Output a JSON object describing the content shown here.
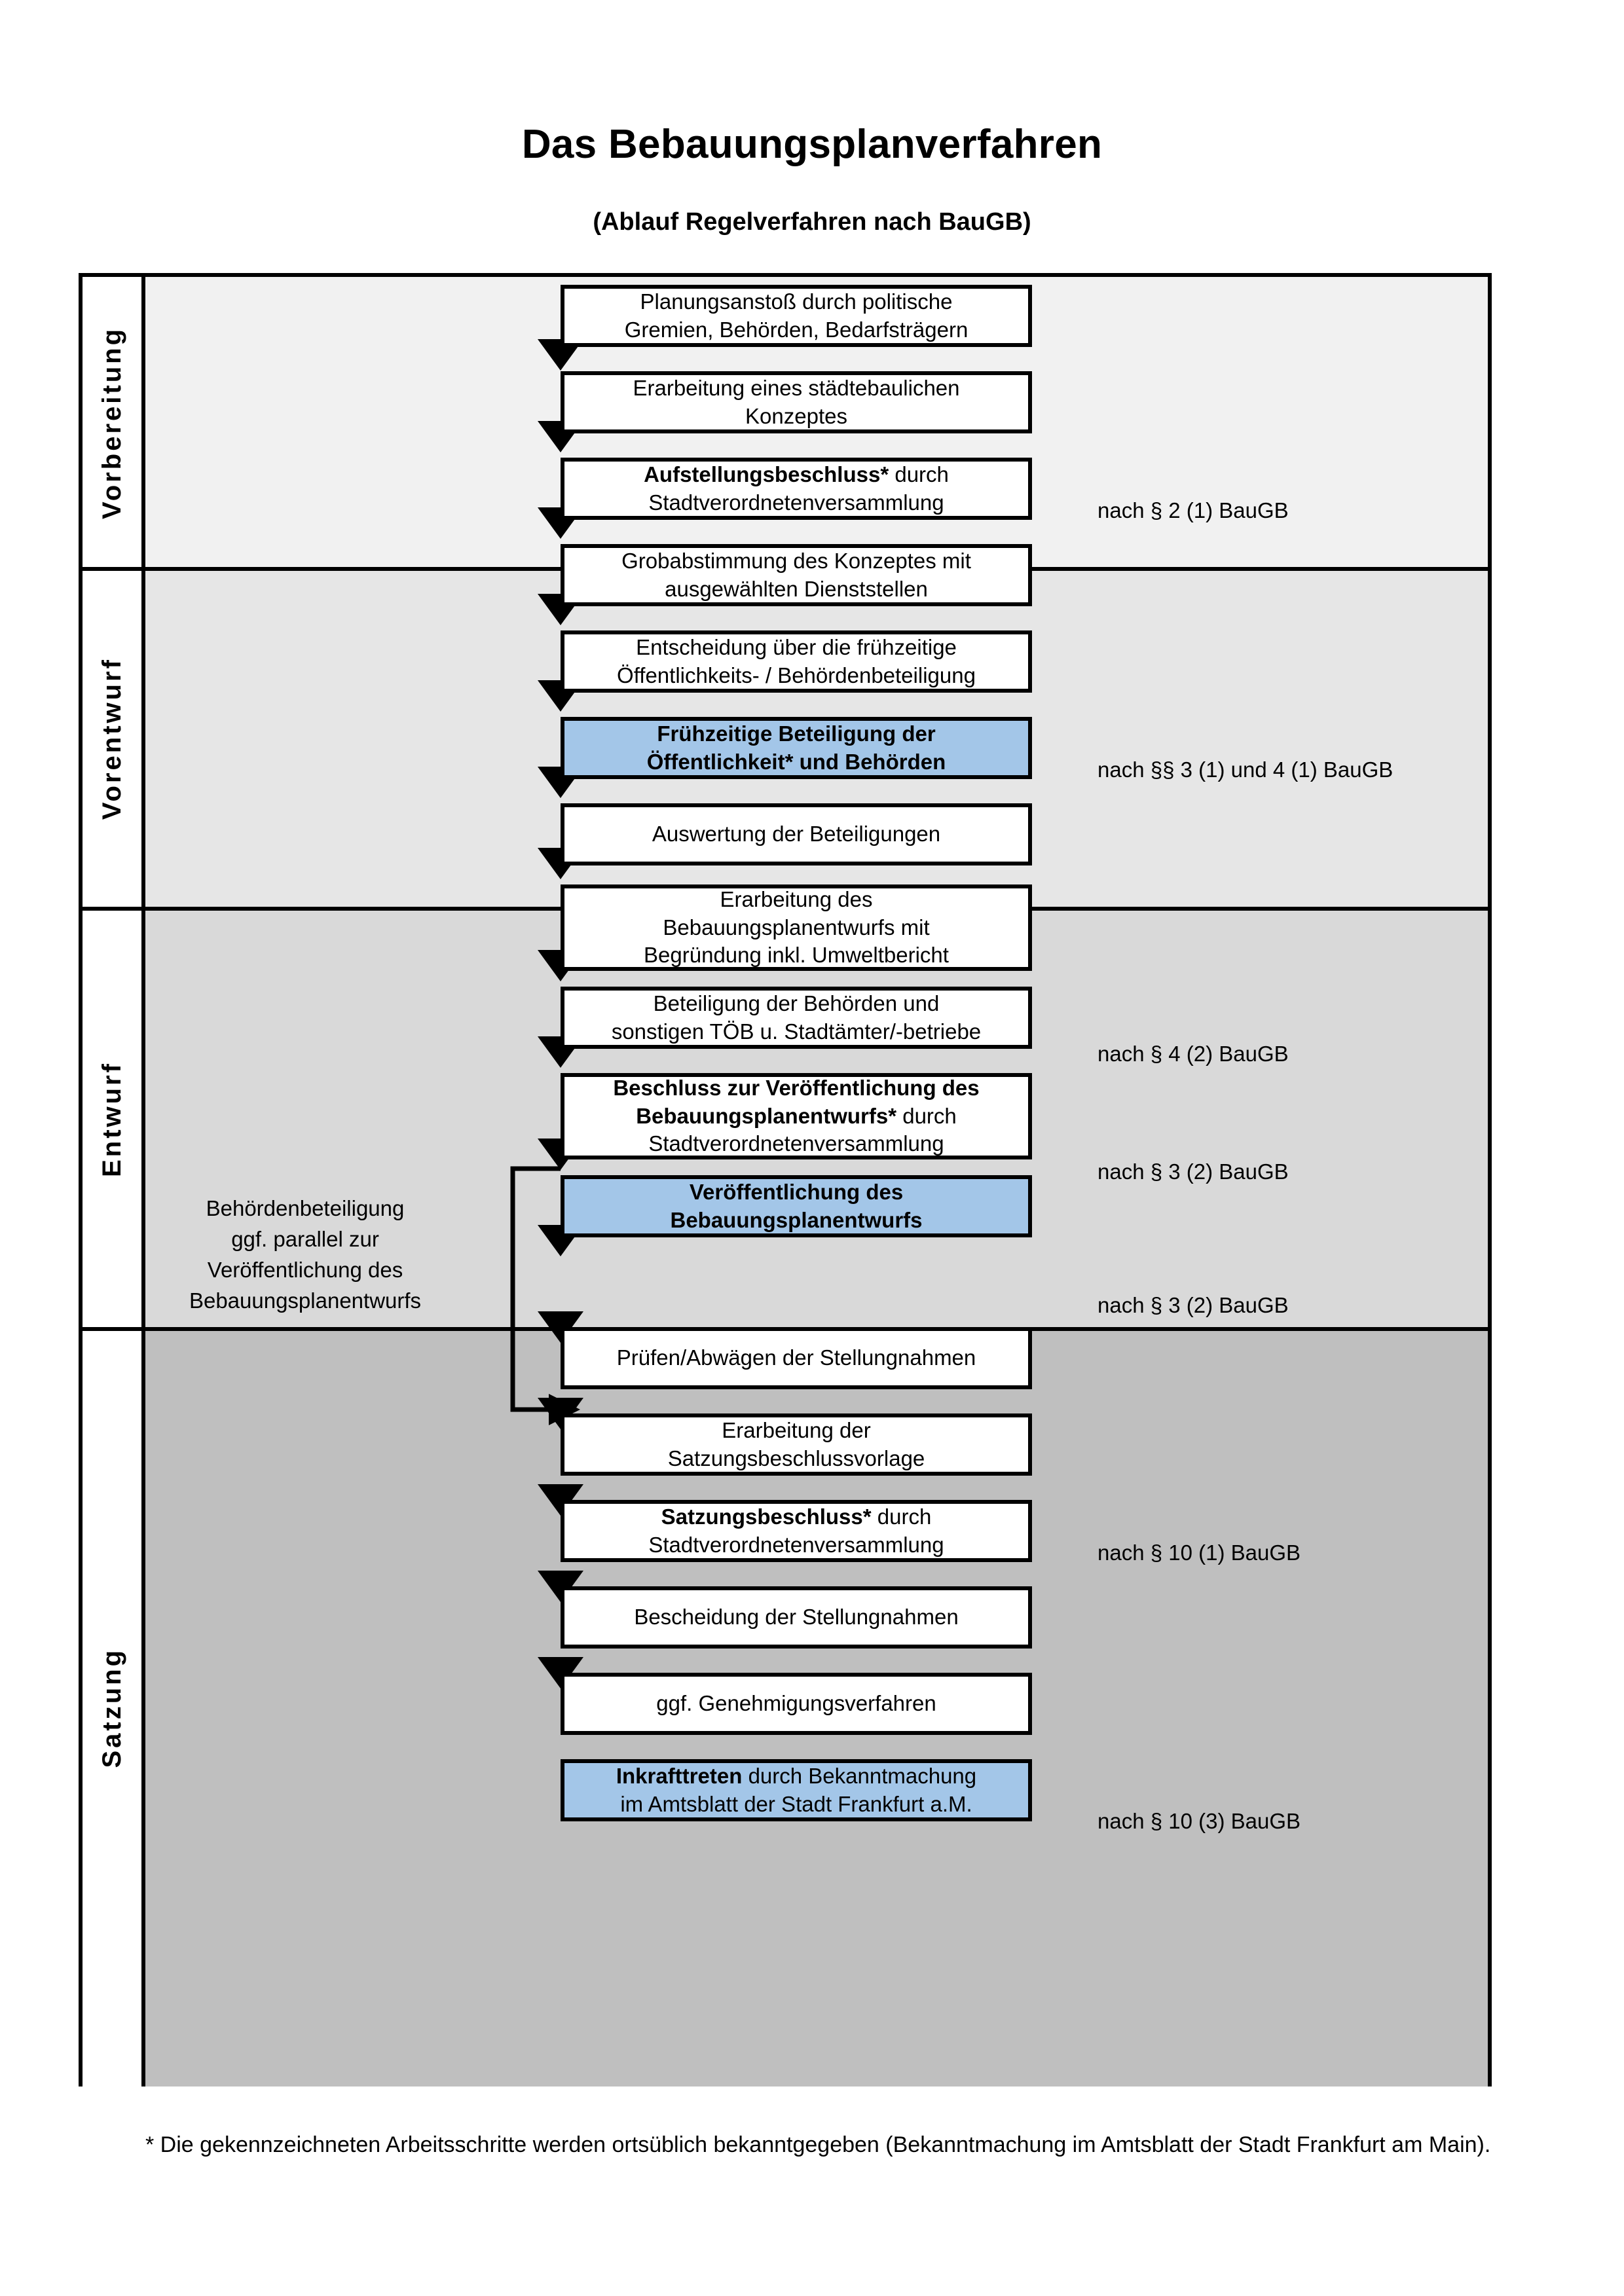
{
  "title": "Das Bebauungsplanverfahren",
  "subtitle": "(Ablauf Regelverfahren nach BauGB)",
  "lanes": [
    {
      "label": "Vorbereitung",
      "bg": "#F1F1F1"
    },
    {
      "label": "Vorentwurf",
      "bg": "#E6E6E6"
    },
    {
      "label": "Entwurf",
      "bg": "#D9D9D9"
    },
    {
      "label": "Satzung",
      "bg": "#BFBFBF"
    }
  ],
  "steps": [
    {
      "id": "planungsanstoss",
      "lane": "Vorbereitung",
      "highlight": false,
      "lines": [
        {
          "text": "Planungsanstoß durch politische",
          "bold": false
        },
        {
          "text": "Gremien, Behörden, Bedarfsträgern",
          "bold": false
        }
      ]
    },
    {
      "id": "staedtebauliches-konzept",
      "lane": "Vorbereitung",
      "highlight": false,
      "lines": [
        {
          "text": "Erarbeitung eines städtebaulichen",
          "bold": false
        },
        {
          "text": "Konzeptes",
          "bold": false
        }
      ]
    },
    {
      "id": "aufstellungsbeschluss",
      "lane": "Vorbereitung",
      "highlight": false,
      "lines": [
        {
          "text": "Aufstellungsbeschluss*",
          "bold": true
        },
        {
          "text": " durch",
          "bold": false
        },
        {
          "text": "Stadtverordnetenversammlung",
          "bold": false
        }
      ]
    },
    {
      "id": "grobabstimmung",
      "lane": "Vorentwurf",
      "highlight": false,
      "lines": [
        {
          "text": "Grobabstimmung des Konzeptes mit",
          "bold": false
        },
        {
          "text": "ausgewählten Dienststellen",
          "bold": false
        }
      ]
    },
    {
      "id": "entscheidung-fruehzeitig",
      "lane": "Vorentwurf",
      "highlight": false,
      "lines": [
        {
          "text": "Entscheidung über die frühzeitige",
          "bold": false
        },
        {
          "text": "Öffentlichkeits- / Behördenbeteiligung",
          "bold": false
        }
      ]
    },
    {
      "id": "fruehzeitige-beteiligung",
      "lane": "Vorentwurf",
      "highlight": true,
      "lines": [
        {
          "text": "Frühzeitige Beteiligung der",
          "bold": true
        },
        {
          "text": "Öffentlichkeit* und Behörden",
          "bold": true
        }
      ]
    },
    {
      "id": "auswertung-beteiligungen",
      "lane": "Entwurf",
      "highlight": false,
      "lines": [
        {
          "text": "Auswertung der Beteiligungen",
          "bold": false
        }
      ]
    },
    {
      "id": "erarbeitung-entwurf",
      "lane": "Entwurf",
      "highlight": false,
      "lines": [
        {
          "text": "Erarbeitung des",
          "bold": false
        },
        {
          "text": "Bebauungsplanentwurfs mit",
          "bold": false
        },
        {
          "text": "Begründung inkl. Umweltbericht",
          "bold": false
        }
      ]
    },
    {
      "id": "beteiligung-behoerden",
      "lane": "Entwurf",
      "highlight": false,
      "lines": [
        {
          "text": "Beteiligung der Behörden und",
          "bold": false
        },
        {
          "text": "sonstigen TÖB u. Stadtämter/-betriebe",
          "bold": false
        }
      ]
    },
    {
      "id": "beschluss-veroeffentlichung",
      "lane": "Entwurf",
      "highlight": false,
      "lines": [
        {
          "text": "Beschluss zur Veröffentlichung des",
          "bold": true
        },
        {
          "text": "Bebauungsplanentwurfs*",
          "bold": true
        },
        {
          "text": " durch",
          "bold": false
        },
        {
          "text": "Stadtverordnetenversammlung",
          "bold": false
        }
      ]
    },
    {
      "id": "veroeffentlichung-entwurf",
      "lane": "Entwurf",
      "highlight": true,
      "lines": [
        {
          "text": "Veröffentlichung des",
          "bold": true
        },
        {
          "text": "Bebauungsplanentwurfs",
          "bold": true
        }
      ]
    },
    {
      "id": "pruefen-abwaegen",
      "lane": "Satzung",
      "highlight": false,
      "lines": [
        {
          "text": "Prüfen/Abwägen der Stellungnahmen",
          "bold": false
        }
      ]
    },
    {
      "id": "satzungsbeschlussvorlage",
      "lane": "Satzung",
      "highlight": false,
      "lines": [
        {
          "text": "Erarbeitung der",
          "bold": false
        },
        {
          "text": "Satzungsbeschlussvorlage",
          "bold": false
        }
      ]
    },
    {
      "id": "satzungsbeschluss",
      "lane": "Satzung",
      "highlight": false,
      "lines": [
        {
          "text": "Satzungsbeschluss*",
          "bold": true
        },
        {
          "text": " durch",
          "bold": false
        },
        {
          "text": "Stadtverordnetenversammlung",
          "bold": false
        }
      ]
    },
    {
      "id": "bescheidung-stellungnahmen",
      "lane": "Satzung",
      "highlight": false,
      "lines": [
        {
          "text": "Bescheidung der Stellungnahmen",
          "bold": false
        }
      ]
    },
    {
      "id": "genehmigungsverfahren",
      "lane": "Satzung",
      "highlight": false,
      "lines": [
        {
          "text": "ggf. Genehmigungsverfahren",
          "bold": false
        }
      ]
    },
    {
      "id": "inkrafttreten",
      "lane": "Satzung",
      "highlight": true,
      "lines": [
        {
          "text": "Inkrafttreten",
          "bold": true
        },
        {
          "text": " durch Bekanntmachung",
          "bold": false
        },
        {
          "text": "im Amtsblatt der Stadt Frankfurt a.M.",
          "bold": false
        }
      ]
    }
  ],
  "step_texts": {
    "planungsanstoss_l1": "Planungsanstoß durch politische",
    "planungsanstoss_l2": "Gremien, Behörden, Bedarfsträgern",
    "konzept_l1": "Erarbeitung eines städtebaulichen",
    "konzept_l2": "Konzeptes",
    "aufstellung_l1a": "Aufstellungsbeschluss*",
    "aufstellung_l1b": " durch",
    "aufstellung_l2": "Stadtverordnetenversammlung",
    "grobabstimmung_l1": "Grobabstimmung des Konzeptes mit",
    "grobabstimmung_l2": "ausgewählten Dienststellen",
    "entscheidung_l1": "Entscheidung über die frühzeitige",
    "entscheidung_l2": "Öffentlichkeits- / Behördenbeteiligung",
    "fruehzeitige_l1": "Frühzeitige Beteiligung der",
    "fruehzeitige_l2": "Öffentlichkeit* und Behörden",
    "auswertung_l1": "Auswertung der Beteiligungen",
    "erarbeitung_l1": "Erarbeitung des",
    "erarbeitung_l2": "Bebauungsplanentwurfs mit",
    "erarbeitung_l3": "Begründung inkl. Umweltbericht",
    "beteiligung_l1": "Beteiligung der Behörden und",
    "beteiligung_l2": "sonstigen TÖB u. Stadtämter/-betriebe",
    "beschluss_l1": "Beschluss zur Veröffentlichung des",
    "beschluss_l2a": "Bebauungsplanentwurfs*",
    "beschluss_l2b": " durch",
    "beschluss_l3": "Stadtverordnetenversammlung",
    "veroeff_l1": "Veröffentlichung des",
    "veroeff_l2": "Bebauungsplanentwurfs",
    "pruefen_l1": "Prüfen/Abwägen der Stellungnahmen",
    "vorlage_l1": "Erarbeitung der",
    "vorlage_l2": "Satzungsbeschlussvorlage",
    "satzungsb_l1a": "Satzungsbeschluss*",
    "satzungsb_l1b": " durch",
    "satzungsb_l2": "Stadtverordnetenversammlung",
    "bescheidung_l1": "Bescheidung der Stellungnahmen",
    "genehmigung_l1": "ggf. Genehmigungsverfahren",
    "inkraft_l1a": "Inkrafttreten",
    "inkraft_l1b": " durch Bekanntmachung",
    "inkraft_l2": "im Amtsblatt der Stadt Frankfurt a.M."
  },
  "law_refs": [
    {
      "id": "ref-par2-1",
      "text": "nach § 2 (1) BauGB"
    },
    {
      "id": "ref-par3-4",
      "text": "nach §§ 3 (1) und 4 (1) BauGB"
    },
    {
      "id": "ref-par4-2",
      "text": "nach § 4 (2) BauGB"
    },
    {
      "id": "ref-par3-2a",
      "text": "nach § 3 (2) BauGB"
    },
    {
      "id": "ref-par3-2b",
      "text": "nach § 3 (2) BauGB"
    },
    {
      "id": "ref-par10-1",
      "text": "nach § 10 (1) BauGB"
    },
    {
      "id": "ref-par10-3",
      "text": "nach § 10 (3) BauGB"
    }
  ],
  "parallel_note": {
    "l1": "Behördenbeteiligung",
    "l2": "ggf. parallel zur",
    "l3": "Veröffentlichung des",
    "l4": "Bebauungsplanentwurfs"
  },
  "footnote": "* Die gekennzeichneten Arbeitsschritte werden ortsüblich bekanntgegeben (Bekanntmachung im Amtsblatt  der Stadt Frankfurt am Main).",
  "colors": {
    "highlight_box": "#A3C6E8",
    "lane1": "#F1F1F1",
    "lane2": "#E6E6E6",
    "lane3": "#D9D9D9",
    "lane4": "#BFBFBF",
    "outline": "#000000"
  }
}
